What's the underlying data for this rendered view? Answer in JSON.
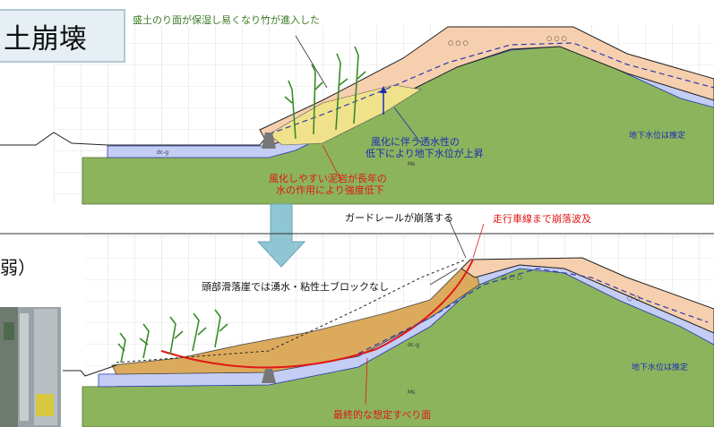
{
  "title_fragment": "土崩壊",
  "left_fragment": "弱）",
  "upper": {
    "vegetation_note": "盛土のり面が保湿し易くなり竹が進入した",
    "permeability_note_1": "風化に伴う透水性の",
    "permeability_note_2": "低下により地下水位が上昇",
    "weathering_note_1": "風化しやすい泥岩が長年の",
    "weathering_note_2": "水の作用により強度低下",
    "groundwater_note": "地下水位は推定"
  },
  "lower": {
    "guardrail_note": "ガードレールが崩落する",
    "lane_note": "走行車線まで崩落波及",
    "scarp_note": "頭部滑落崖では湧水・粘性土ブロックなし",
    "slip_surface_note": "最終的な想定すべり面",
    "groundwater_note": "地下水位は推定"
  },
  "colors": {
    "fill_orange": "#f6cfae",
    "rock_green": "#8cb45c",
    "weathered_blue": "#c4cdf4",
    "collapsed_yellow": "#e4cc6c",
    "collapsed_brown": "#dcaa5c",
    "red": "#e01818",
    "blue_text": "#1a2cb8",
    "arrow": "#8ec6d4"
  }
}
